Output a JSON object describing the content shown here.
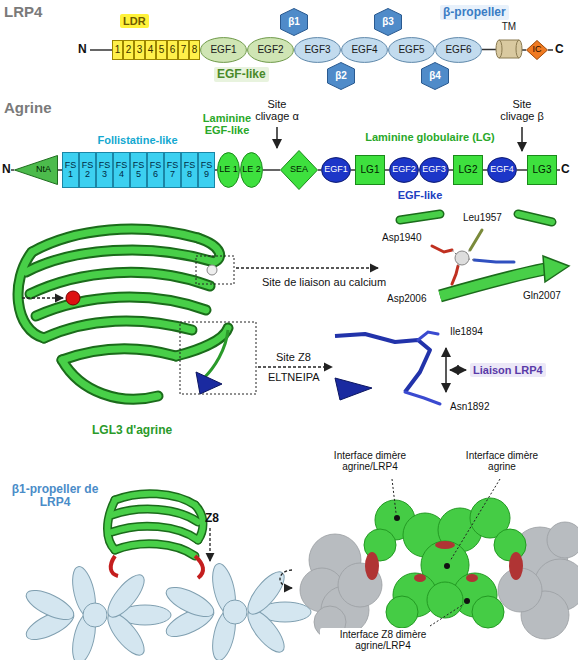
{
  "diagram": {
    "nodes": [
      {
        "text": [
          "1"
        ]
      },
      {
        "text": [
          "2"
        ]
      },
      {
        "text": [
          "3"
        ]
      },
      {
        "text": [
          "4"
        ]
      },
      {
        "text": [
          "5"
        ]
      },
      {
        "text": [
          "6"
        ]
      },
      {
        "text": [
          "7"
        ]
      },
      {
        "text": [
          "8"
        ]
      },
      {
        "text": [
          "EGF1"
        ]
      },
      {
        "text": [
          "EGF2"
        ]
      },
      {
        "text": [
          "EGF3"
        ]
      },
      {
        "text": [
          "EGF4"
        ]
      },
      {
        "text": [
          "EGF5"
        ]
      },
      {
        "text": [
          "EGF6"
        ]
      },
      {
        "text": [
          "β1"
        ]
      },
      {
        "text": [
          "β2"
        ]
      },
      {
        "text": [
          "β3"
        ]
      },
      {
        "text": [
          "β4"
        ]
      },
      {
        "text": [
          "TM"
        ]
      },
      {
        "text": [
          "IC"
        ]
      },
      {
        "text": [
          "NtA"
        ]
      },
      {
        "text": [
          "FS 1"
        ]
      },
      {
        "text": [
          "FS 2"
        ]
      },
      {
        "text": [
          "FS 3"
        ]
      },
      {
        "text": [
          "FS 4"
        ]
      },
      {
        "text": [
          "FS 5"
        ]
      },
      {
        "text": [
          "FS 6"
        ]
      },
      {
        "text": [
          "FS 7"
        ]
      },
      {
        "text": [
          "FS 8"
        ]
      },
      {
        "text": [
          "FS 9"
        ]
      },
      {
        "text": [
          "LE 1"
        ]
      },
      {
        "text": [
          "LE 2"
        ]
      },
      {
        "text": [
          "SEA"
        ]
      },
      {
        "text": [
          "EGF1"
        ]
      },
      {
        "text": [
          "LG1"
        ]
      },
      {
        "text": [
          "EGF2"
        ]
      },
      {
        "text": [
          "EGF3"
        ]
      },
      {
        "text": [
          "LG2"
        ]
      },
      {
        "text": [
          "EGF4"
        ]
      },
      {
        "text": [
          "LG3"
        ]
      }
    ],
    "edges": [
      {
        "from": 13,
        "to": 18,
        "arrow": "none"
      },
      {
        "from": 18,
        "to": 19,
        "arrow": "none"
      },
      {
        "from": 20,
        "to": 21,
        "arrow": "none"
      },
      {
        "from": 21,
        "to": 22,
        "arrow": "none"
      },
      {
        "from": 22,
        "to": 23,
        "arrow": "none"
      },
      {
        "from": 23,
        "to": 24,
        "arrow": "none"
      },
      {
        "from": 24,
        "to": 25,
        "arrow": "none"
      },
      {
        "from": 25,
        "to": 26,
        "arrow": "none"
      },
      {
        "from": 26,
        "to": 27,
        "arrow": "none"
      },
      {
        "from": 27,
        "to": 28,
        "arrow": "none"
      },
      {
        "from": 28,
        "to": 29,
        "arrow": "none"
      },
      {
        "from": 29,
        "to": 30,
        "arrow": "none"
      },
      {
        "from": 31,
        "to": 32,
        "arrow": "none"
      },
      {
        "from": 32,
        "to": 33,
        "arrow": "none"
      },
      {
        "from": 33,
        "to": 34,
        "arrow": "none"
      },
      {
        "from": 34,
        "to": 35,
        "arrow": "none"
      },
      {
        "from": 36,
        "to": 37,
        "arrow": "none"
      },
      {
        "from": 37,
        "to": 38,
        "arrow": "none"
      },
      {
        "from": 38,
        "to": 39,
        "arrow": "none"
      }
    ],
    "labels": [
      "LRP4",
      "N",
      "LDR",
      "β-propeller",
      "EGF-like",
      "C",
      "Agrine",
      "N",
      "Follistatine-like",
      "Laminine EGF-like",
      "Site clivage α",
      "Site clivage β",
      "Laminine globulaire (LG)",
      "EGF-like",
      "C",
      "Site de liaison au calcium",
      "Asp1940",
      "Leu1957",
      "Asp2006",
      "Gln2007",
      "Site Z8",
      "ELTNEIPA",
      "Ile1894",
      "Asn1892",
      "Liaison LRP4",
      "LGL3 d'agrine",
      "β1-propeller de LRP4",
      "Z8",
      "Interface dimère agrine/LRP4",
      "Interface dimère agrine",
      "Interface Z8 dimère agrine/LRP4"
    ]
  }
}
